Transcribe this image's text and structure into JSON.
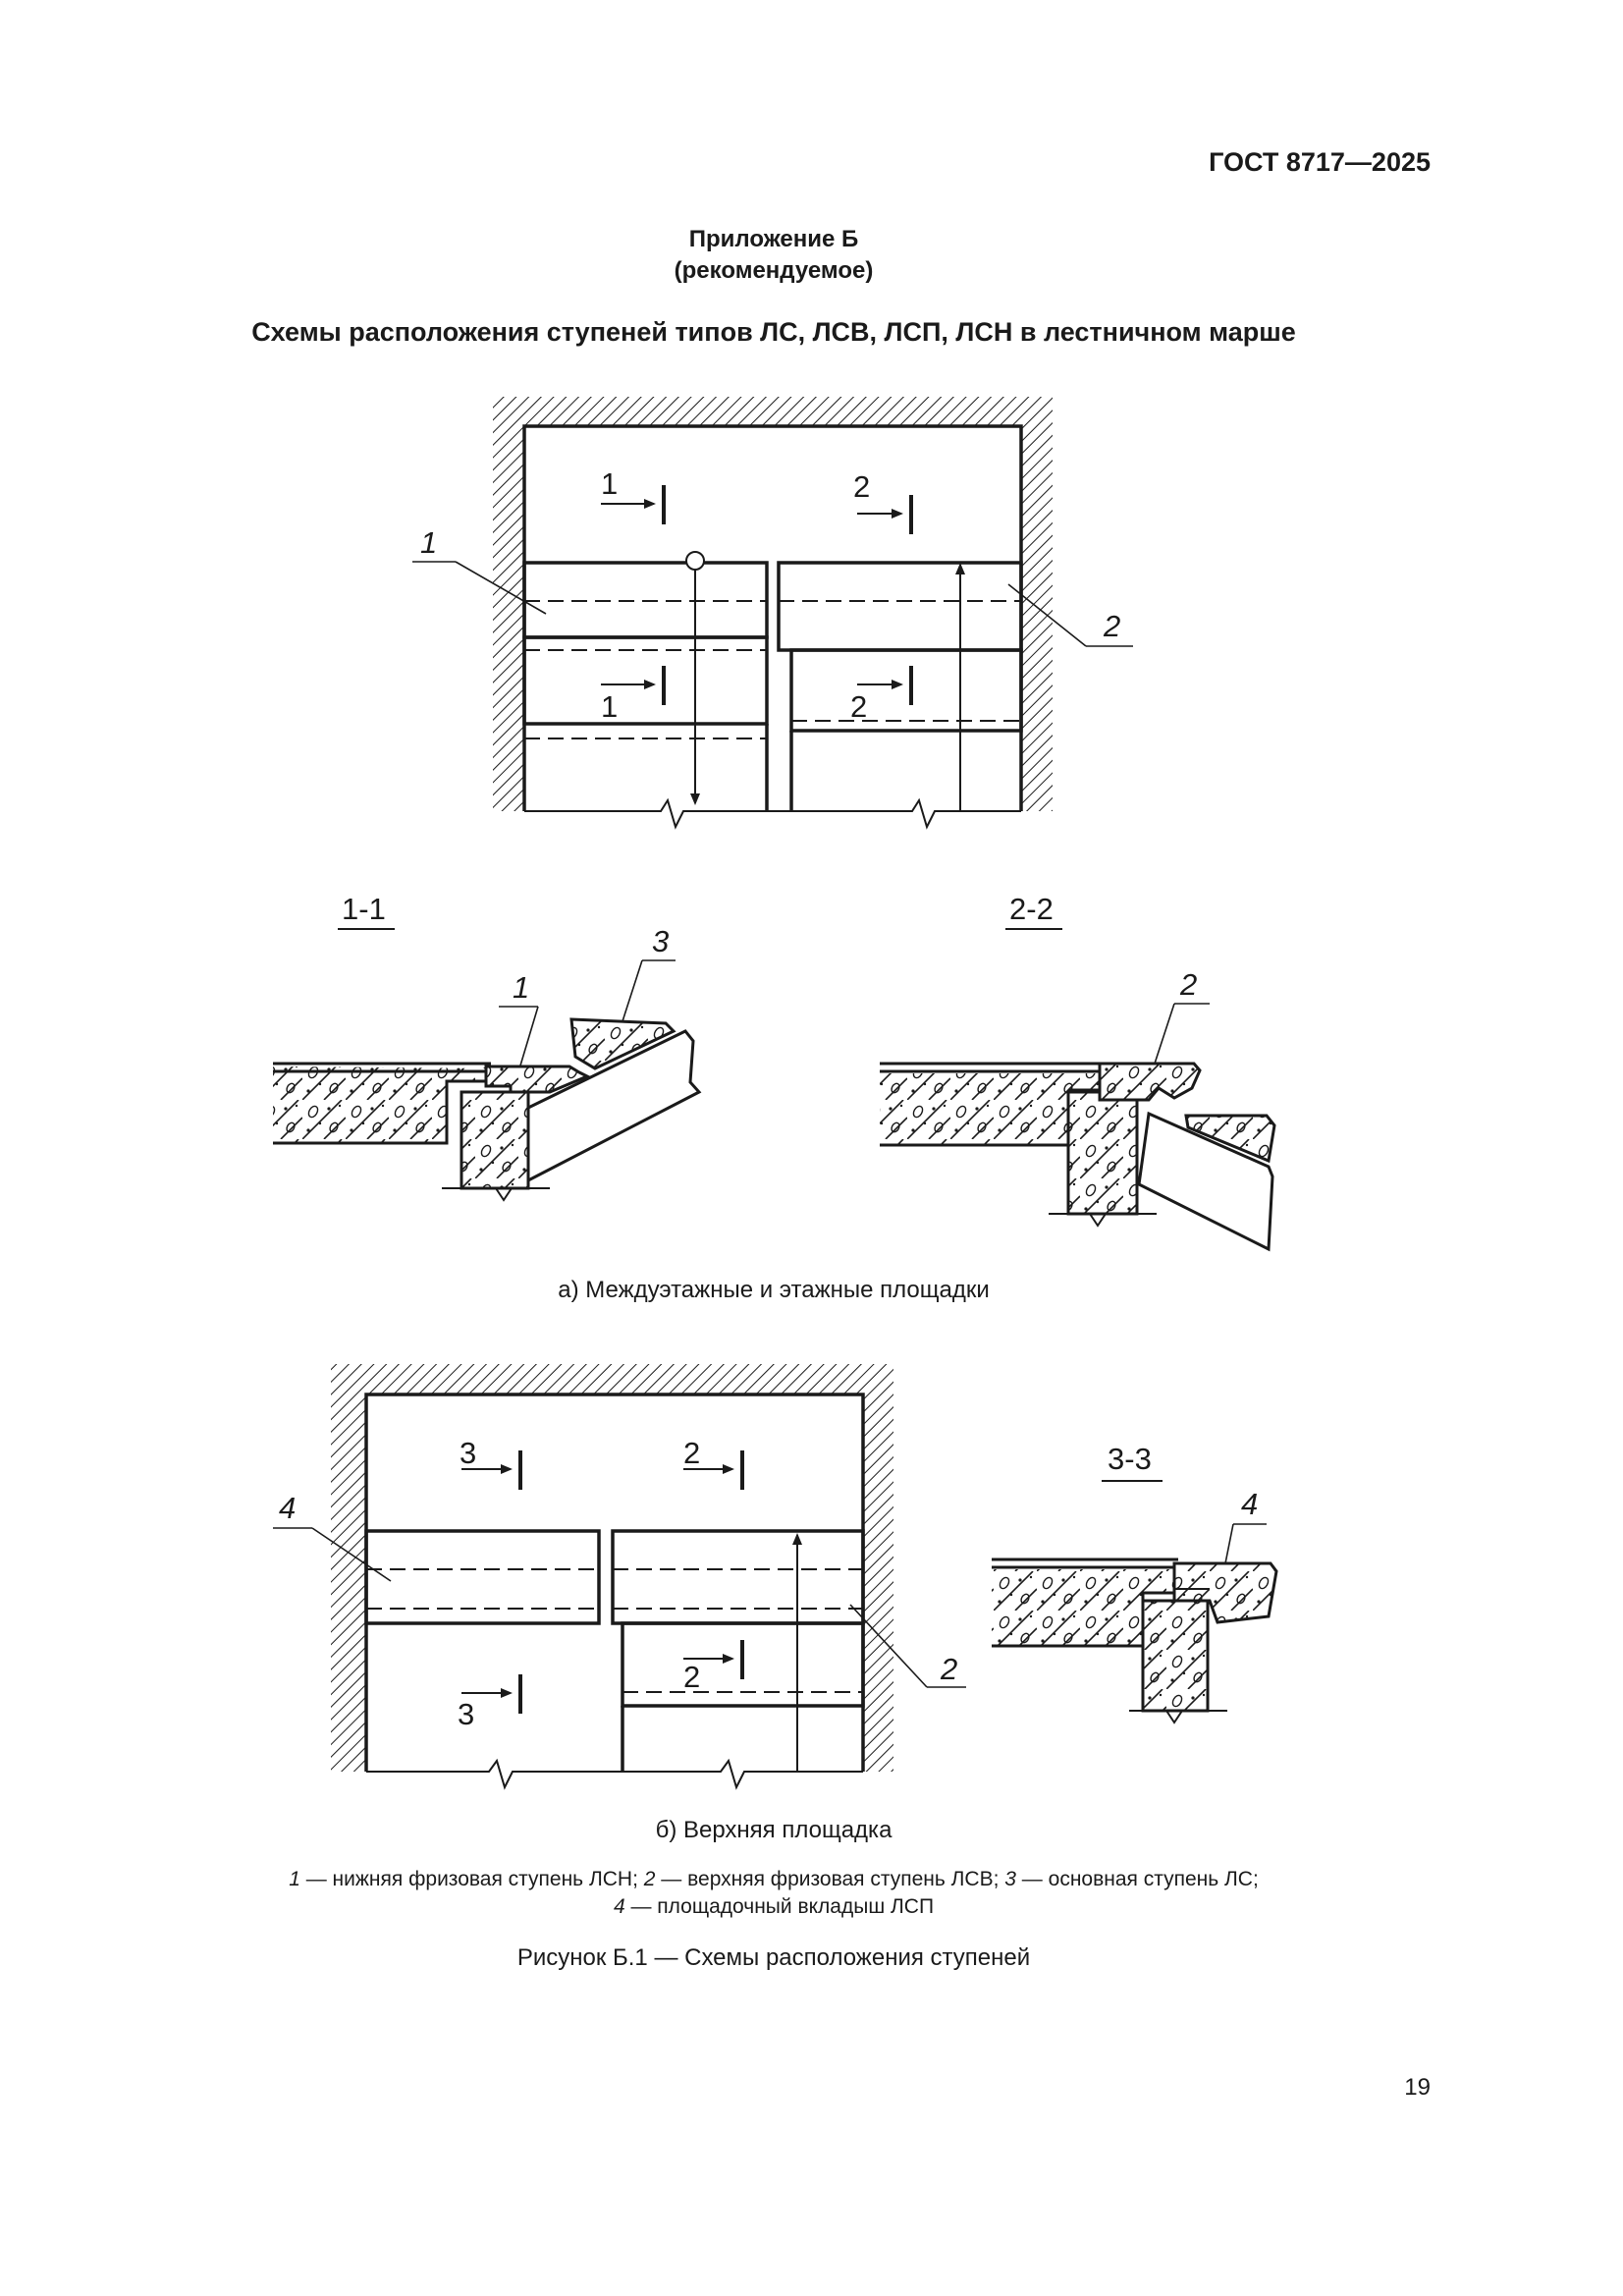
{
  "header": {
    "doc_code": "ГОСТ 8717—2025"
  },
  "annex": {
    "title": "Приложение Б",
    "status": "(рекомендуемое)"
  },
  "heading": "Схемы расположения ступеней типов ЛС, ЛСВ, ЛСП, ЛСН в лестничном марше",
  "figure_a": {
    "plan_labels": {
      "pos1": "1",
      "pos2": "2",
      "cut1_top": "1",
      "cut2_top": "2",
      "cut1_bottom": "1",
      "cut2_bottom": "2"
    },
    "section_1": {
      "title": "1-1",
      "pos_a": "1",
      "pos_b": "3"
    },
    "section_2": {
      "title": "2-2",
      "pos_a": "2"
    },
    "caption": "а)  Междуэтажные и этажные площадки"
  },
  "figure_b": {
    "plan_labels": {
      "pos4": "4",
      "pos2": "2",
      "cut3_top": "3",
      "cut2_top": "2",
      "cut2_bottom": "2",
      "cut3_bottom": "3"
    },
    "section_3": {
      "title": "3-3",
      "pos_a": "4"
    },
    "caption": "б)  Верхняя площадка"
  },
  "legend": {
    "n1": "1",
    "t1": " — нижняя фризовая ступень ЛСН; ",
    "n2": "2",
    "t2": " — верхняя фризовая ступень ЛСВ; ",
    "n3": "3",
    "t3": " — основная ступень ЛС;",
    "n4": "4",
    "t4": " — площадочный вкладыш ЛСП"
  },
  "figure_caption": "Рисунок Б.1 — Схемы расположения ступеней",
  "page_number": "19"
}
